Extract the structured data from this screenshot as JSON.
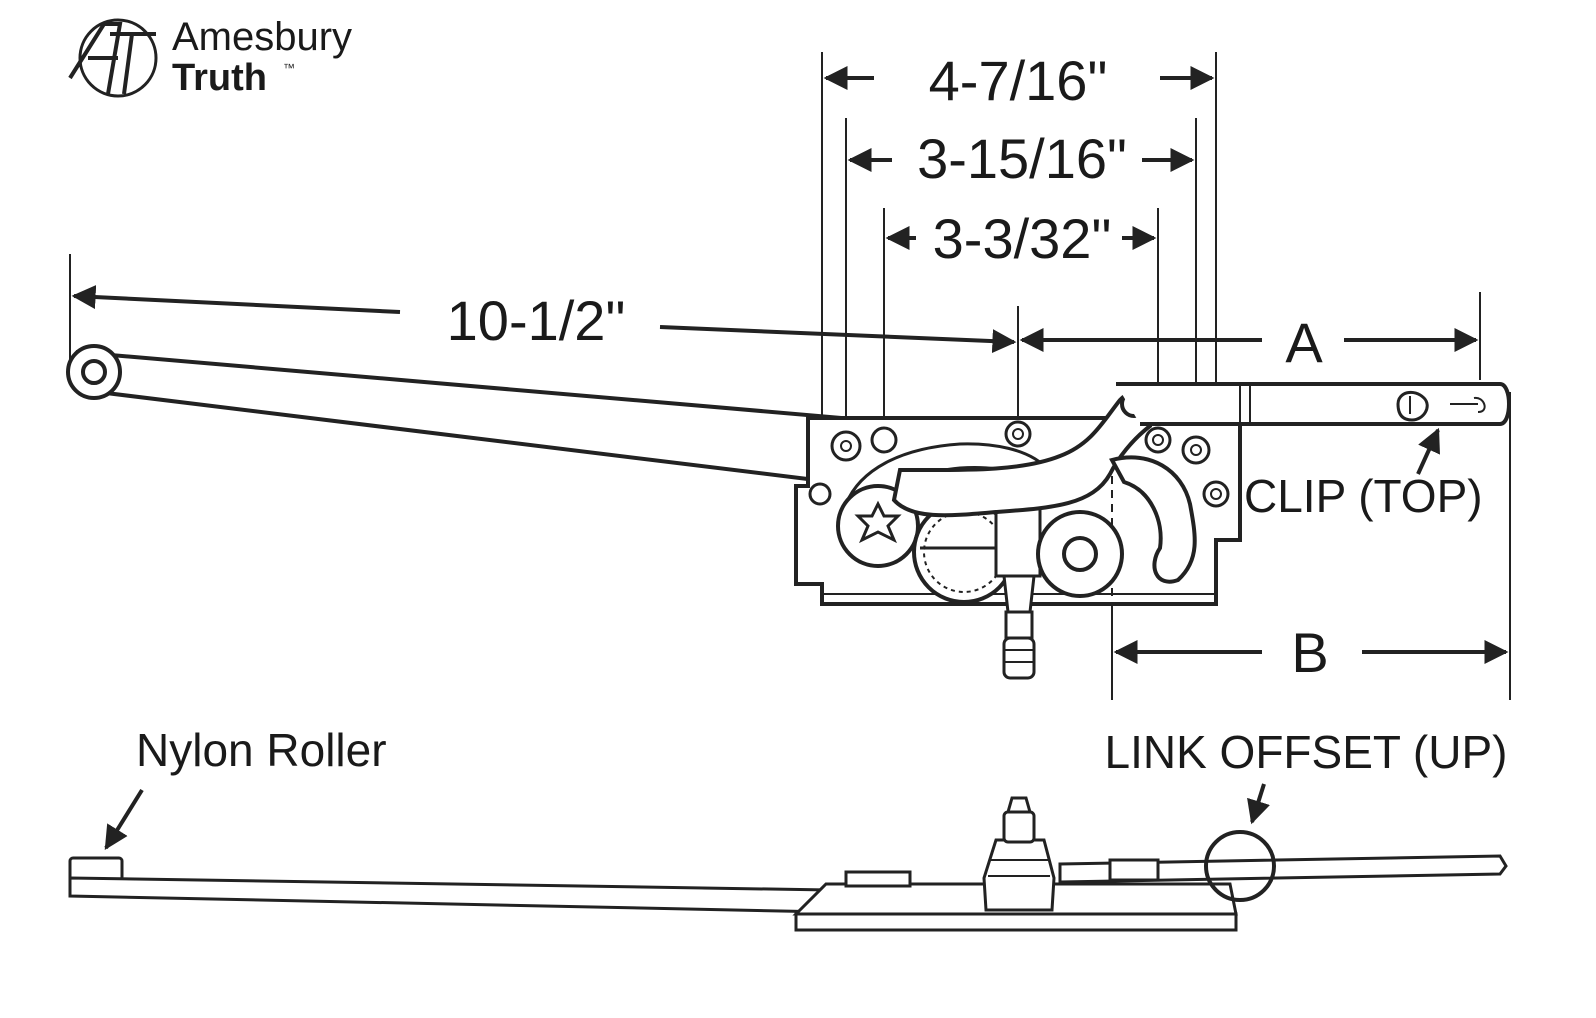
{
  "brand": {
    "name_line1": "Amesbury",
    "name_line2": "Truth",
    "trademark": "™",
    "monogram": "AT"
  },
  "dimensions": {
    "overall_width": "4-7/16\"",
    "mount_hole_span": "3-15/16\"",
    "inner_hole_span": "3-3/32\"",
    "arm_length": "10-1/2\"",
    "a": "A",
    "b": "B"
  },
  "callouts": {
    "clip": "CLIP (TOP)",
    "roller": "Nylon Roller",
    "link_offset": "LINK OFFSET (UP)"
  },
  "colors": {
    "line": "#222222",
    "background": "#ffffff"
  }
}
